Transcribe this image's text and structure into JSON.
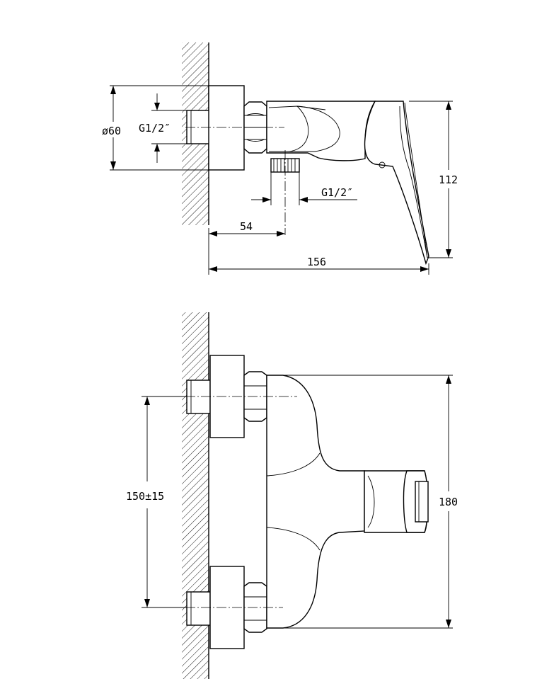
{
  "side_view": {
    "diameter_label": "ø60",
    "inlet_thread_label": "G1/2″",
    "outlet_thread_label": "G1/2″",
    "height_label": "112",
    "outlet_offset_label": "54",
    "total_depth_label": "156"
  },
  "front_view": {
    "center_distance_label": "150±15",
    "total_height_label": "180"
  }
}
